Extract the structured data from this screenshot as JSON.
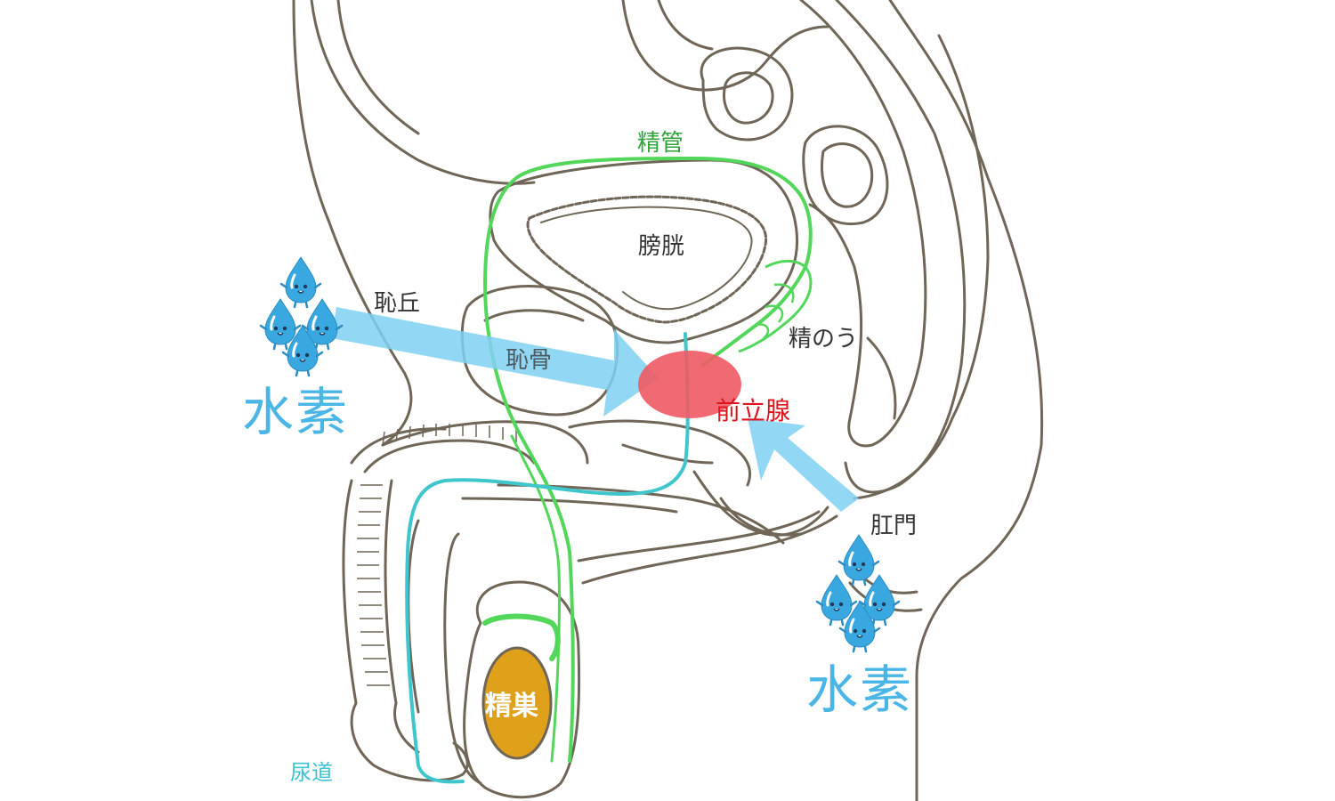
{
  "labels": {
    "seminal_duct": "精管",
    "bladder": "膀胱",
    "pubic_mound": "恥丘",
    "pubic_bone": "恥骨",
    "seminal_vesicle": "精のう",
    "prostate": "前立腺",
    "anus": "肛門",
    "testis": "精巣",
    "urethra": "尿道",
    "hydrogen_left": "水素",
    "hydrogen_right": "水素"
  },
  "colors": {
    "outline": "#6f6657",
    "seminal_duct": "#52d75a",
    "urethra": "#3fc6cc",
    "prostate": "#ef5a64",
    "testis": "#dfa11a",
    "arrow": "#7fd0f2",
    "droplet": "#3aa8e0"
  },
  "icons": {
    "droplet": "water-droplet-character-icon"
  }
}
